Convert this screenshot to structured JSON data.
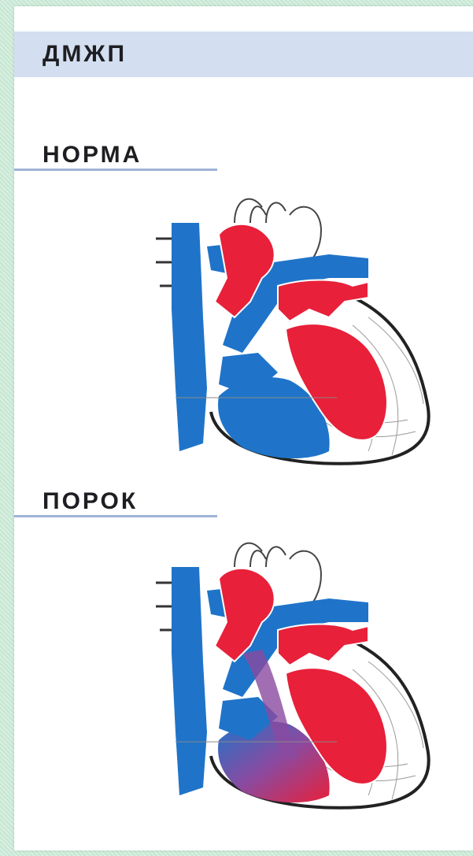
{
  "header": {
    "title": "ДМЖП"
  },
  "sections": [
    {
      "label": "НОРМА",
      "variant": "normal"
    },
    {
      "label": "ПОРОК",
      "variant": "defect"
    }
  ],
  "colors": {
    "venous_blue": "#1f74c9",
    "arterial_red": "#e8203a",
    "mixed_purple": "#8a4aa0",
    "outline": "#2a2a2a",
    "header_bar": "#d3dff0",
    "rule": "#9fb3d6"
  }
}
